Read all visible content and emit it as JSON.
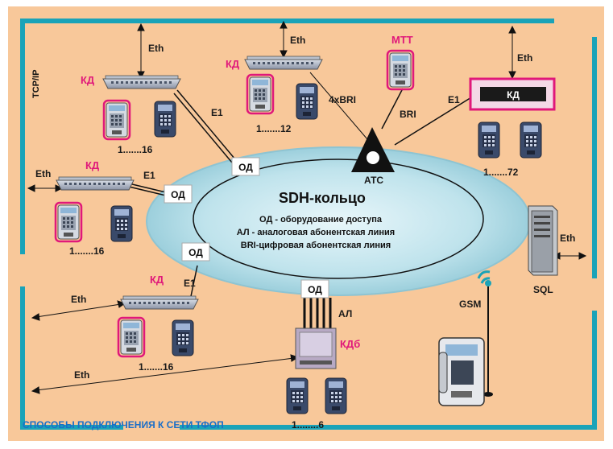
{
  "labels": {
    "ring_title": "SDH-кольцо",
    "legend_od": "ОД - оборудование доступа",
    "legend_al": "АЛ - аналоговая абонентская  линия",
    "legend_bri": "BRI-цифровая абонентская линия",
    "caption": "СПОСОБЫ ПОДКЛЮЧЕНИЯ К СЕТИ ТФОП",
    "tcpip": "TCP/IP",
    "ats": "АТС",
    "mtt": "МТТ",
    "sql": "SQL",
    "gsm": "GSM",
    "kdb": "КДб",
    "al": "АЛ",
    "bri": "BRI",
    "four_bri": "4xBRI",
    "kd": "КД",
    "od": "ОД",
    "e1": "E1",
    "eth": "Eth",
    "range_16a": "1.......16",
    "range_12": "1.......12",
    "range_72": "1.......72",
    "range_16b": "1.......16",
    "range_16c": "1.......16",
    "range_6": "1........6"
  },
  "colors": {
    "background": "#f8c89a",
    "frame": "#1aa3b8",
    "ring_fill": "#bfe3ec",
    "accent": "#e0187a",
    "caption": "#1a6ec8"
  }
}
